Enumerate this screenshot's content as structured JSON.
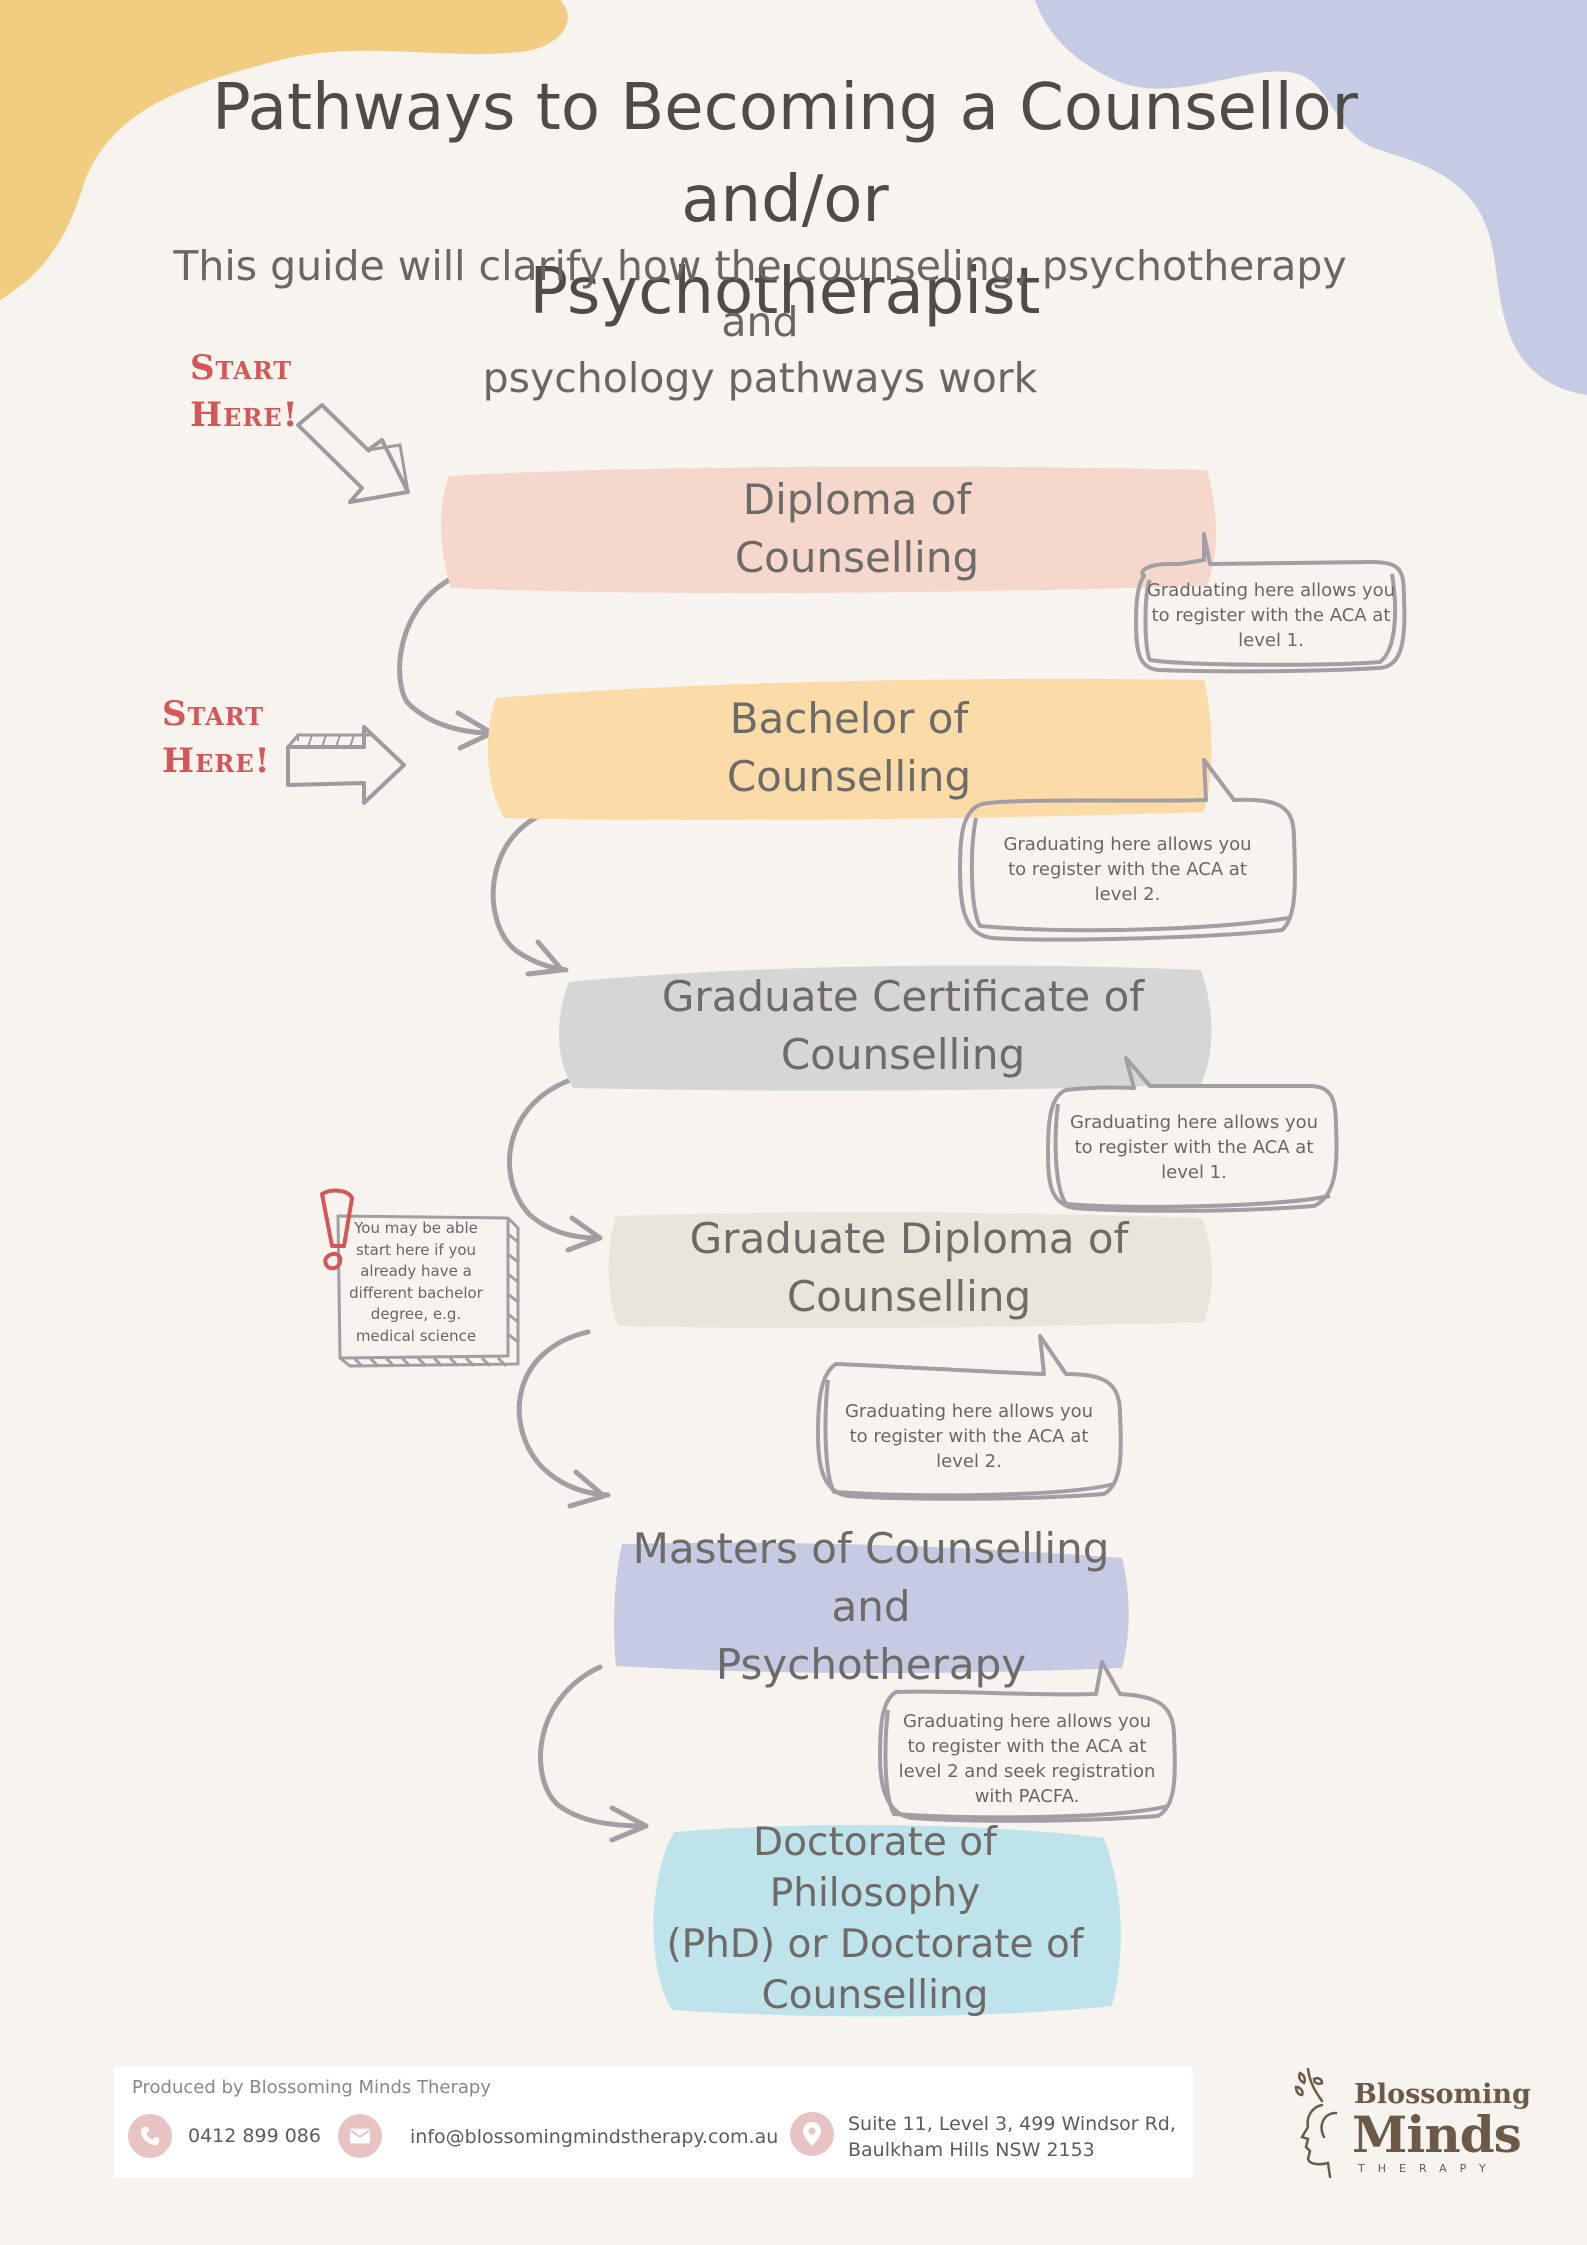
{
  "header": {
    "title_line1": "Pathways to Becoming a Counsellor and/or",
    "title_line2": "Psychotherapist",
    "subtitle_line1": "This guide will clarify how the counseling, psychotherapy and",
    "subtitle_line2": "psychology pathways work"
  },
  "start_labels": [
    {
      "line1": "Start",
      "line2": "Here!"
    },
    {
      "line1": "Start",
      "line2": "Here!"
    }
  ],
  "steps": [
    {
      "lines": [
        "Diploma of",
        "Counselling"
      ],
      "color": "#f5d8cb"
    },
    {
      "lines": [
        "Bachelor of",
        "Counselling"
      ],
      "color": "#fbdca8"
    },
    {
      "lines": [
        "Graduate Certificate of",
        "Counselling"
      ],
      "color": "#d7d6d6"
    },
    {
      "lines": [
        "Graduate Diploma of",
        "Counselling"
      ],
      "color": "#e8e6da"
    },
    {
      "lines": [
        "Masters of Counselling and",
        "Psychotherapy"
      ],
      "color": "#c6cbe3"
    },
    {
      "lines": [
        "Doctorate of Philosophy",
        "(PhD) or Doctorate of",
        "Counselling"
      ],
      "color": "#bfe3ea"
    }
  ],
  "bubbles": [
    {
      "lines": [
        "Graduating here allows you",
        "to register with the ACA at",
        "level 1."
      ]
    },
    {
      "lines": [
        "Graduating here allows you",
        "to register with the ACA at",
        "level 2."
      ]
    },
    {
      "lines": [
        "Graduating here allows you",
        "to register with the ACA at",
        "level 1."
      ]
    },
    {
      "lines": [
        "Graduating here allows you",
        "to register with the ACA at",
        "level 2."
      ]
    },
    {
      "lines": [
        "Graduating here allows you",
        "to register with the ACA at",
        "level 2 and seek registration",
        "with PACFA."
      ]
    }
  ],
  "note": {
    "lines": [
      "You may be able",
      "start here if you",
      "already have a",
      "different bachelor",
      "degree, e.g.",
      "medical science"
    ]
  },
  "footer": {
    "produced_by": "Produced by Blossoming Minds Therapy",
    "phone": "0412 899 086",
    "email": "info@blossomingmindstherapy.com.au",
    "address_line1": "Suite 11, Level 3, 499 Windsor Rd,",
    "address_line2": "Baulkham Hills  NSW 2153",
    "icons": [
      "phone-icon",
      "mail-icon",
      "location-pin-icon"
    ]
  },
  "logo": {
    "line1": "Blossoming",
    "line2": "Minds",
    "line3": "THERAPY"
  },
  "colors": {
    "accent_red": "#d55656",
    "blob_yellow": "#f0cd80",
    "blob_blue": "#c5cbe2",
    "bubble_stroke": "#a29ea3",
    "arrow_stroke": "#a29ea3"
  }
}
